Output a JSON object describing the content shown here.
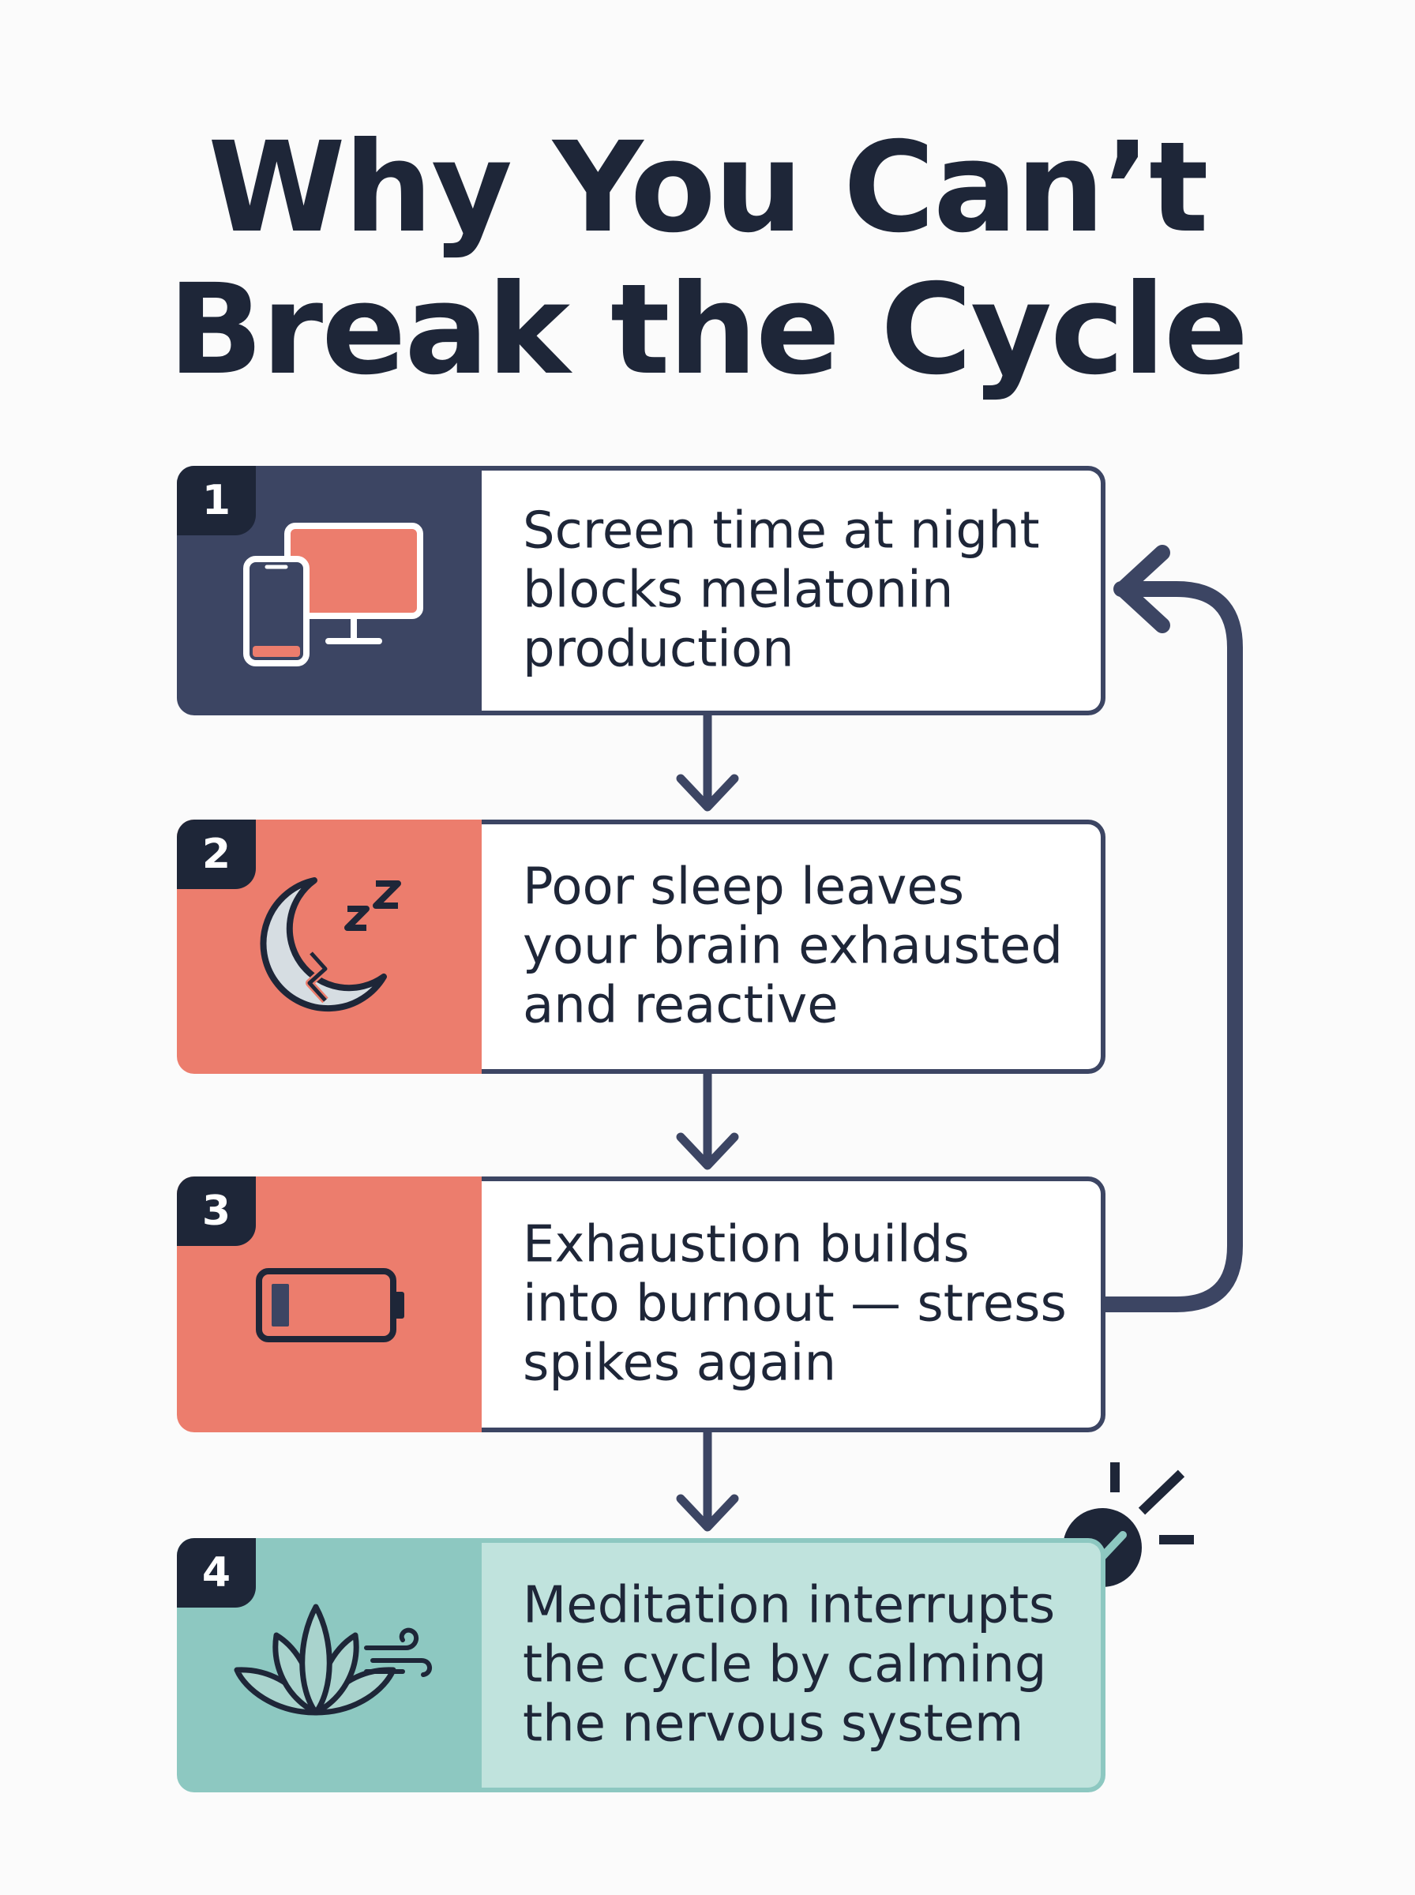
{
  "title": {
    "line1": "Why You Can’t",
    "line2": "Break the Cycle"
  },
  "steps": [
    {
      "number": "1",
      "text": "Screen time at night blocks melatonin production",
      "icon": "screen-devices-icon"
    },
    {
      "number": "2",
      "text": "Poor sleep leaves your brain exhausted and reactive",
      "icon": "broken-moon-sleep-icon"
    },
    {
      "number": "3",
      "text": "Exhaustion builds into burnout — stress spikes again",
      "icon": "low-battery-icon"
    },
    {
      "number": "4",
      "text": "Meditation interrupts the cycle by calming the nervous system",
      "icon": "lotus-icon"
    }
  ],
  "colors": {
    "navy": "#3c4563",
    "dark": "#1e2638",
    "coral": "#ec7d6d",
    "teal": "#8dc8c1",
    "teal_light": "#c0e3dd"
  }
}
